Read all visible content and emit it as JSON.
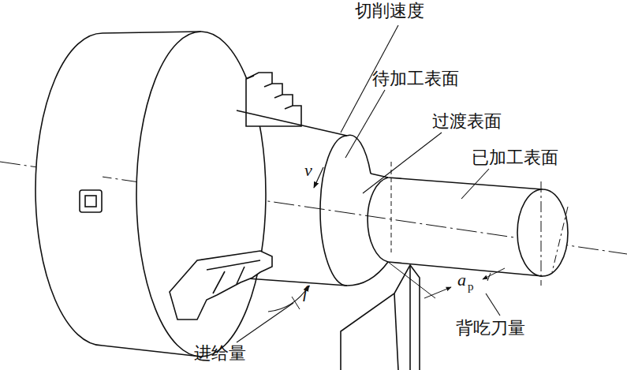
{
  "diagram": {
    "labels": [
      "切削速度",
      "待加工表面",
      "过渡表面",
      "已加工表面",
      "v",
      "f",
      "a",
      "p",
      "背吃刀量",
      "进给量"
    ]
  }
}
